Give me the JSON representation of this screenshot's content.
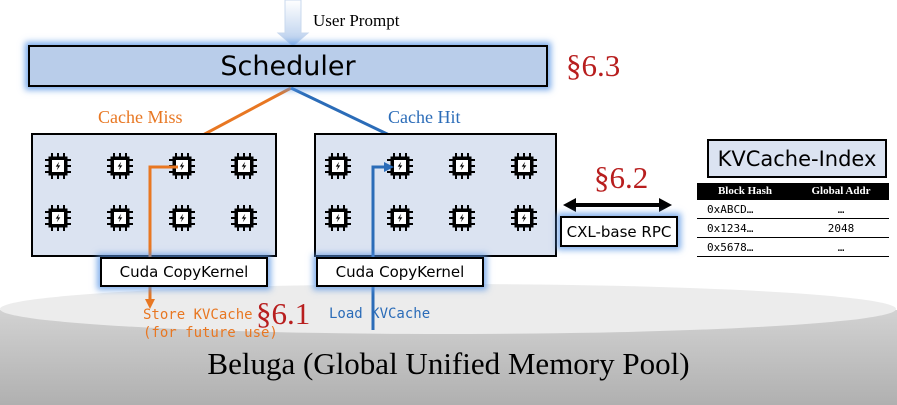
{
  "user_prompt": "User Prompt",
  "scheduler": "Scheduler",
  "sections": {
    "scheduler": "§6.3",
    "rpc": "§6.2",
    "memory": "§6.1"
  },
  "cache_miss": "Cache Miss",
  "cache_hit": "Cache Hit",
  "kernels": {
    "left": "Cuda CopyKernel",
    "right": "Cuda CopyKernel"
  },
  "rpc": "CXL-base RPC",
  "kv_index": {
    "title": "KVCache-Index",
    "headers": [
      "Block Hash",
      "Global Addr"
    ],
    "rows": [
      [
        "0xABCD…",
        "…"
      ],
      [
        "0x1234…",
        "2048"
      ],
      [
        "0x5678…",
        "…"
      ]
    ]
  },
  "store_kv": [
    "Store KVCache",
    "(for future use)"
  ],
  "load_kv": "Load KVCache",
  "memory_pool": "Beluga (Global Unified Memory Pool)",
  "colors": {
    "miss": "#e87722",
    "hit": "#2b6cb8",
    "section": "#b81e1e",
    "scheduler_fill": "#b9cdea",
    "panel_fill": "#dbe3f1"
  },
  "icons": {
    "gpu_chip": "gpu-chip-icon"
  }
}
